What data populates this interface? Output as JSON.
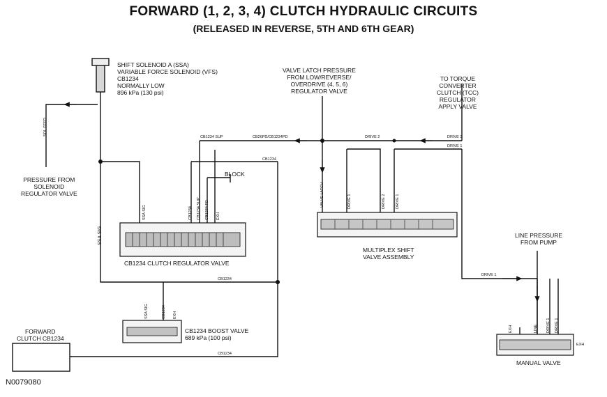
{
  "title": "FORWARD (1, 2, 3, 4) CLUTCH HYDRAULIC CIRCUITS",
  "subtitle": "(RELEASED IN REVERSE, 5TH AND 6TH GEAR)",
  "solenoid": {
    "line1": "SHIFT SOLENOID A (SSA)",
    "line2": "VARIABLE FORCE SOLENOID (VFS)",
    "line3": "CB1234",
    "line4": "NORMALLY LOW",
    "line5": "896 kPa (130 psi)"
  },
  "valve_latch": {
    "line1": "VALVE LATCH PRESSURE",
    "line2": "FROM LOW/REVERSE/",
    "line3": "OVERDRIVE (4, 5, 6)",
    "line4": "REGULATOR VALVE"
  },
  "tcc": {
    "line1": "TO TORQUE",
    "line2": "CONVERTER",
    "line3": "CLUTCH (TCC)",
    "line4": "REGULATOR",
    "line5": "APPLY VALVE"
  },
  "pressure_solenoid": {
    "line1": "PRESSURE FROM",
    "line2": "SOLENOID",
    "line3": "REGULATOR VALVE"
  },
  "line_pressure": {
    "line1": "LINE PRESSURE",
    "line2": "FROM PUMP"
  },
  "forward_clutch": {
    "line1": "FORWARD",
    "line2": "CLUTCH CB1234"
  },
  "boost": {
    "line1": "CB1234 BOOST VALVE",
    "line2": "689 kPa (100 psi)"
  },
  "labels": {
    "cb1234_regulator": "CB1234 CLUTCH REGULATOR VALVE",
    "multiplex_line1": "MULTIPLEX SHIFT",
    "multiplex_line2": "VALVE ASSEMBLY",
    "manual_valve": "MANUAL VALVE",
    "block": "BLOCK",
    "sol_feed": "SOL FEED",
    "ssa_sig": "SSA SIG",
    "cb1234": "CB1234",
    "cb1234_sup": "CB1234 SUP",
    "cb26pd": "CB26PD/CB1234PD",
    "drive2": "DRIVE 2",
    "drive1": "DRIVE 1",
    "valve_latch_v": "VALVE LATCH",
    "exh": "EXH",
    "line": "LINE",
    "cb1234_fd": "CB1234 FD",
    "cb1234_sup_v": "CB1234 SUP"
  },
  "figure_code": "N0079080"
}
